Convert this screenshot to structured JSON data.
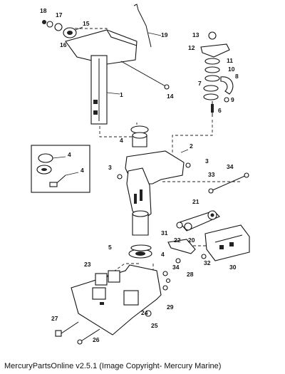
{
  "diagram": {
    "callouts": {
      "c1": "1",
      "c2": "2",
      "c3a": "3",
      "c3b": "3",
      "c4a": "4",
      "c4b": "4",
      "c4c": "4",
      "c4d": "4",
      "c5": "5",
      "c6": "6",
      "c7": "7",
      "c8": "8",
      "c9": "9",
      "c10": "10",
      "c11": "11",
      "c12": "12",
      "c13": "13",
      "c14": "14",
      "c15": "15",
      "c16": "16",
      "c17": "17",
      "c18": "18",
      "c19": "19",
      "c20": "20",
      "c21": "21",
      "c22": "22",
      "c23": "23",
      "c24": "24",
      "c25": "25",
      "c26": "26",
      "c27": "27",
      "c28": "28",
      "c29": "29",
      "c30": "30",
      "c31": "31",
      "c32": "32",
      "c33": "33",
      "c34a": "34",
      "c34b": "34"
    }
  },
  "footer": {
    "caption": "MercuryPartsOnline v2.5.1 (Image Copyright- Mercury Marine)"
  }
}
